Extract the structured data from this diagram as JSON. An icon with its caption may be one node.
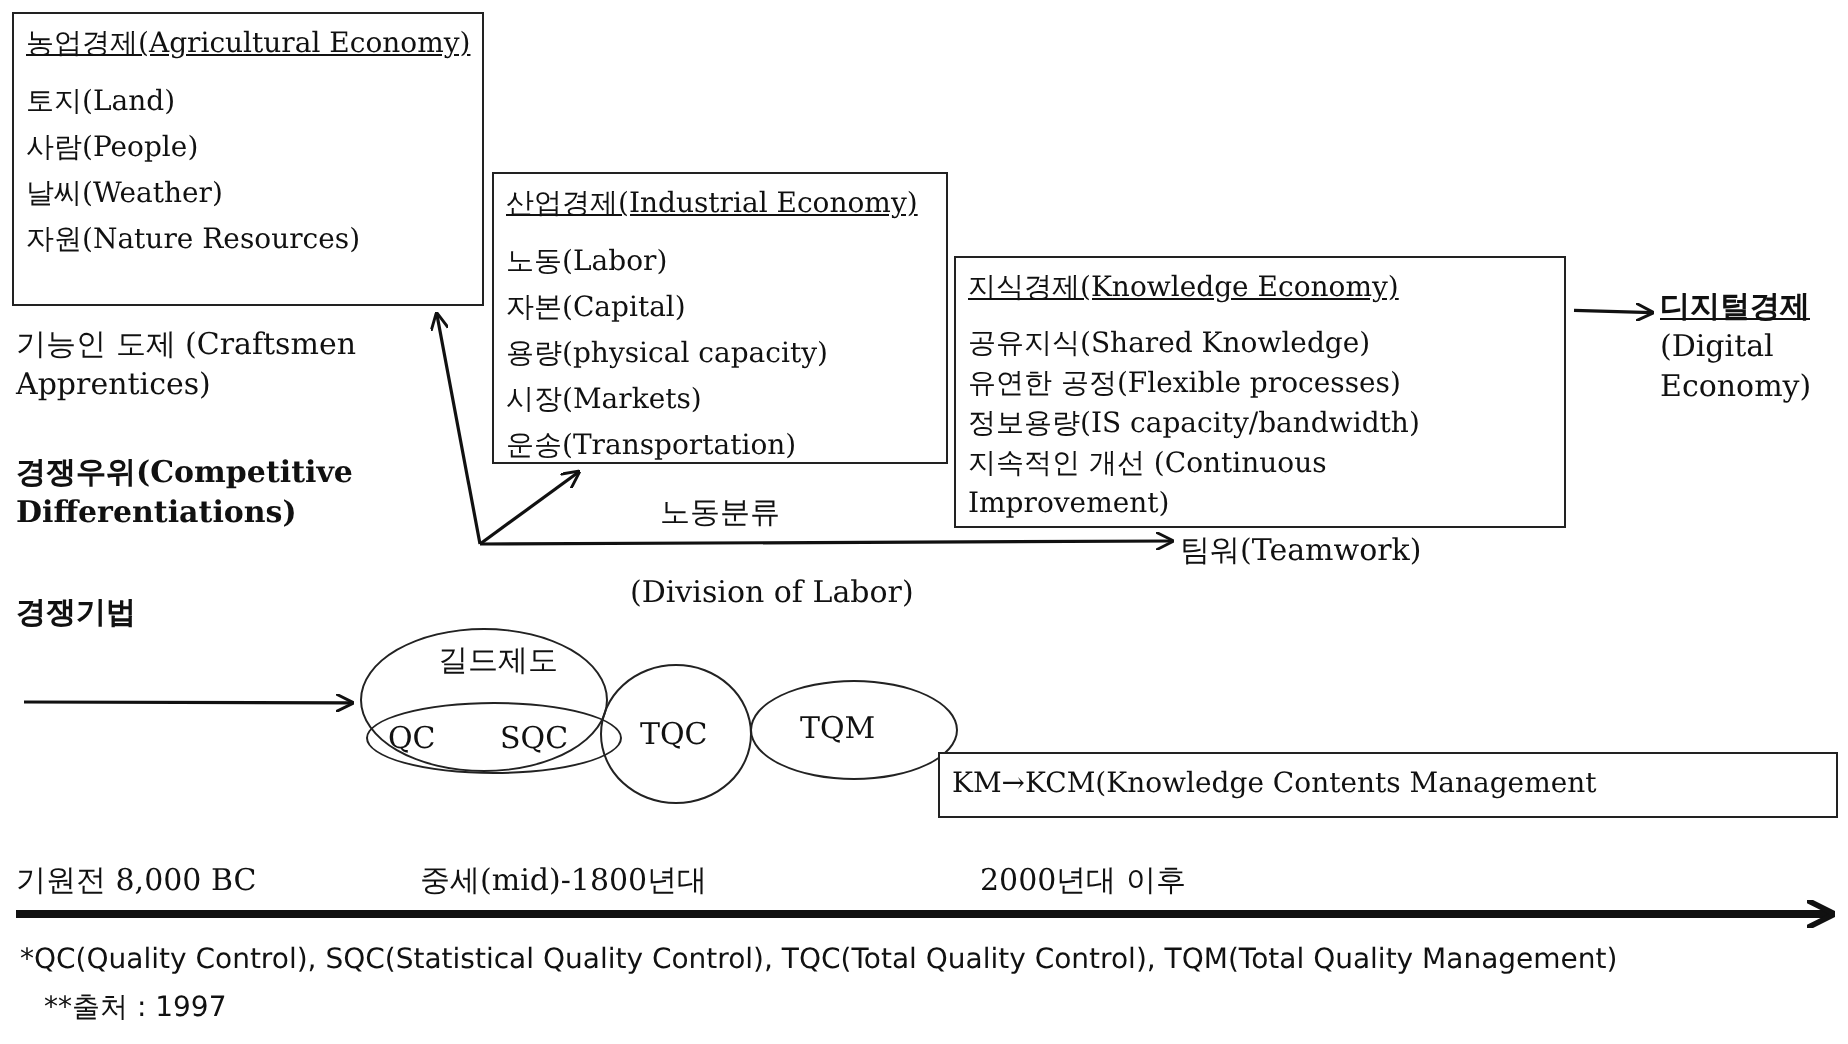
{
  "diagram": {
    "nodes": [
      {
        "text": [
          "농업경제(Agricultural Economy)",
          "토지(Land)",
          "사람(People)",
          "날씨(Weather)",
          "자원(Nature Resources)"
        ]
      },
      {
        "text": [
          "산업경제(Industrial Economy)",
          "노동(Labor)",
          "자본(Capital)",
          "용량(physical capacity)",
          "시장(Markets)",
          "운송(Transportation)"
        ]
      },
      {
        "text": [
          "지식경제(Knowledge Economy)",
          "공유지식(Shared Knowledge)",
          "유연한 공정(Flexible processes)",
          "정보용량(IS capacity/bandwidth)",
          "지속적인 개선 (Continuous Improvement)"
        ]
      },
      {
        "text": [
          "디지털경제",
          "(Digital Economy)"
        ]
      },
      {
        "text": [
          "기능인 도제 (Craftsmen Apprentices)"
        ]
      },
      {
        "text": [
          "경쟁우위(Competitive Differentiations)"
        ]
      },
      {
        "text": [
          "팀워(Teamwork)"
        ]
      },
      {
        "text": [
          "길드제도"
        ]
      },
      {
        "text": [
          "QC",
          "SQC"
        ],
        "in": 7
      },
      {
        "text": [
          "TQC"
        ]
      },
      {
        "text": [
          "TQM"
        ]
      },
      {
        "text": [
          "KM→KCM(Knowledge Contents Management"
        ]
      }
    ],
    "edges": [
      {
        "from": null,
        "to": 0,
        "arrow": "to"
      },
      {
        "from": null,
        "to": 1,
        "arrow": "to"
      },
      {
        "from": null,
        "to": 6,
        "arrow": "to",
        "label": "노동분류"
      },
      {
        "from": 2,
        "to": 3,
        "arrow": "to"
      },
      {
        "from": null,
        "to": 7,
        "arrow": "to",
        "label": "경쟁기법"
      }
    ],
    "labels": [
      "(Division of Labor)",
      "기원전 8,000 BC",
      "중세(mid)-1800년대",
      "2000년대 이후",
      "*QC(Quality Control), SQC(Statistical Quality Control), TQC(Total Quality Control), TQM(Total Quality Management)",
      "**출처 : 1997"
    ]
  }
}
